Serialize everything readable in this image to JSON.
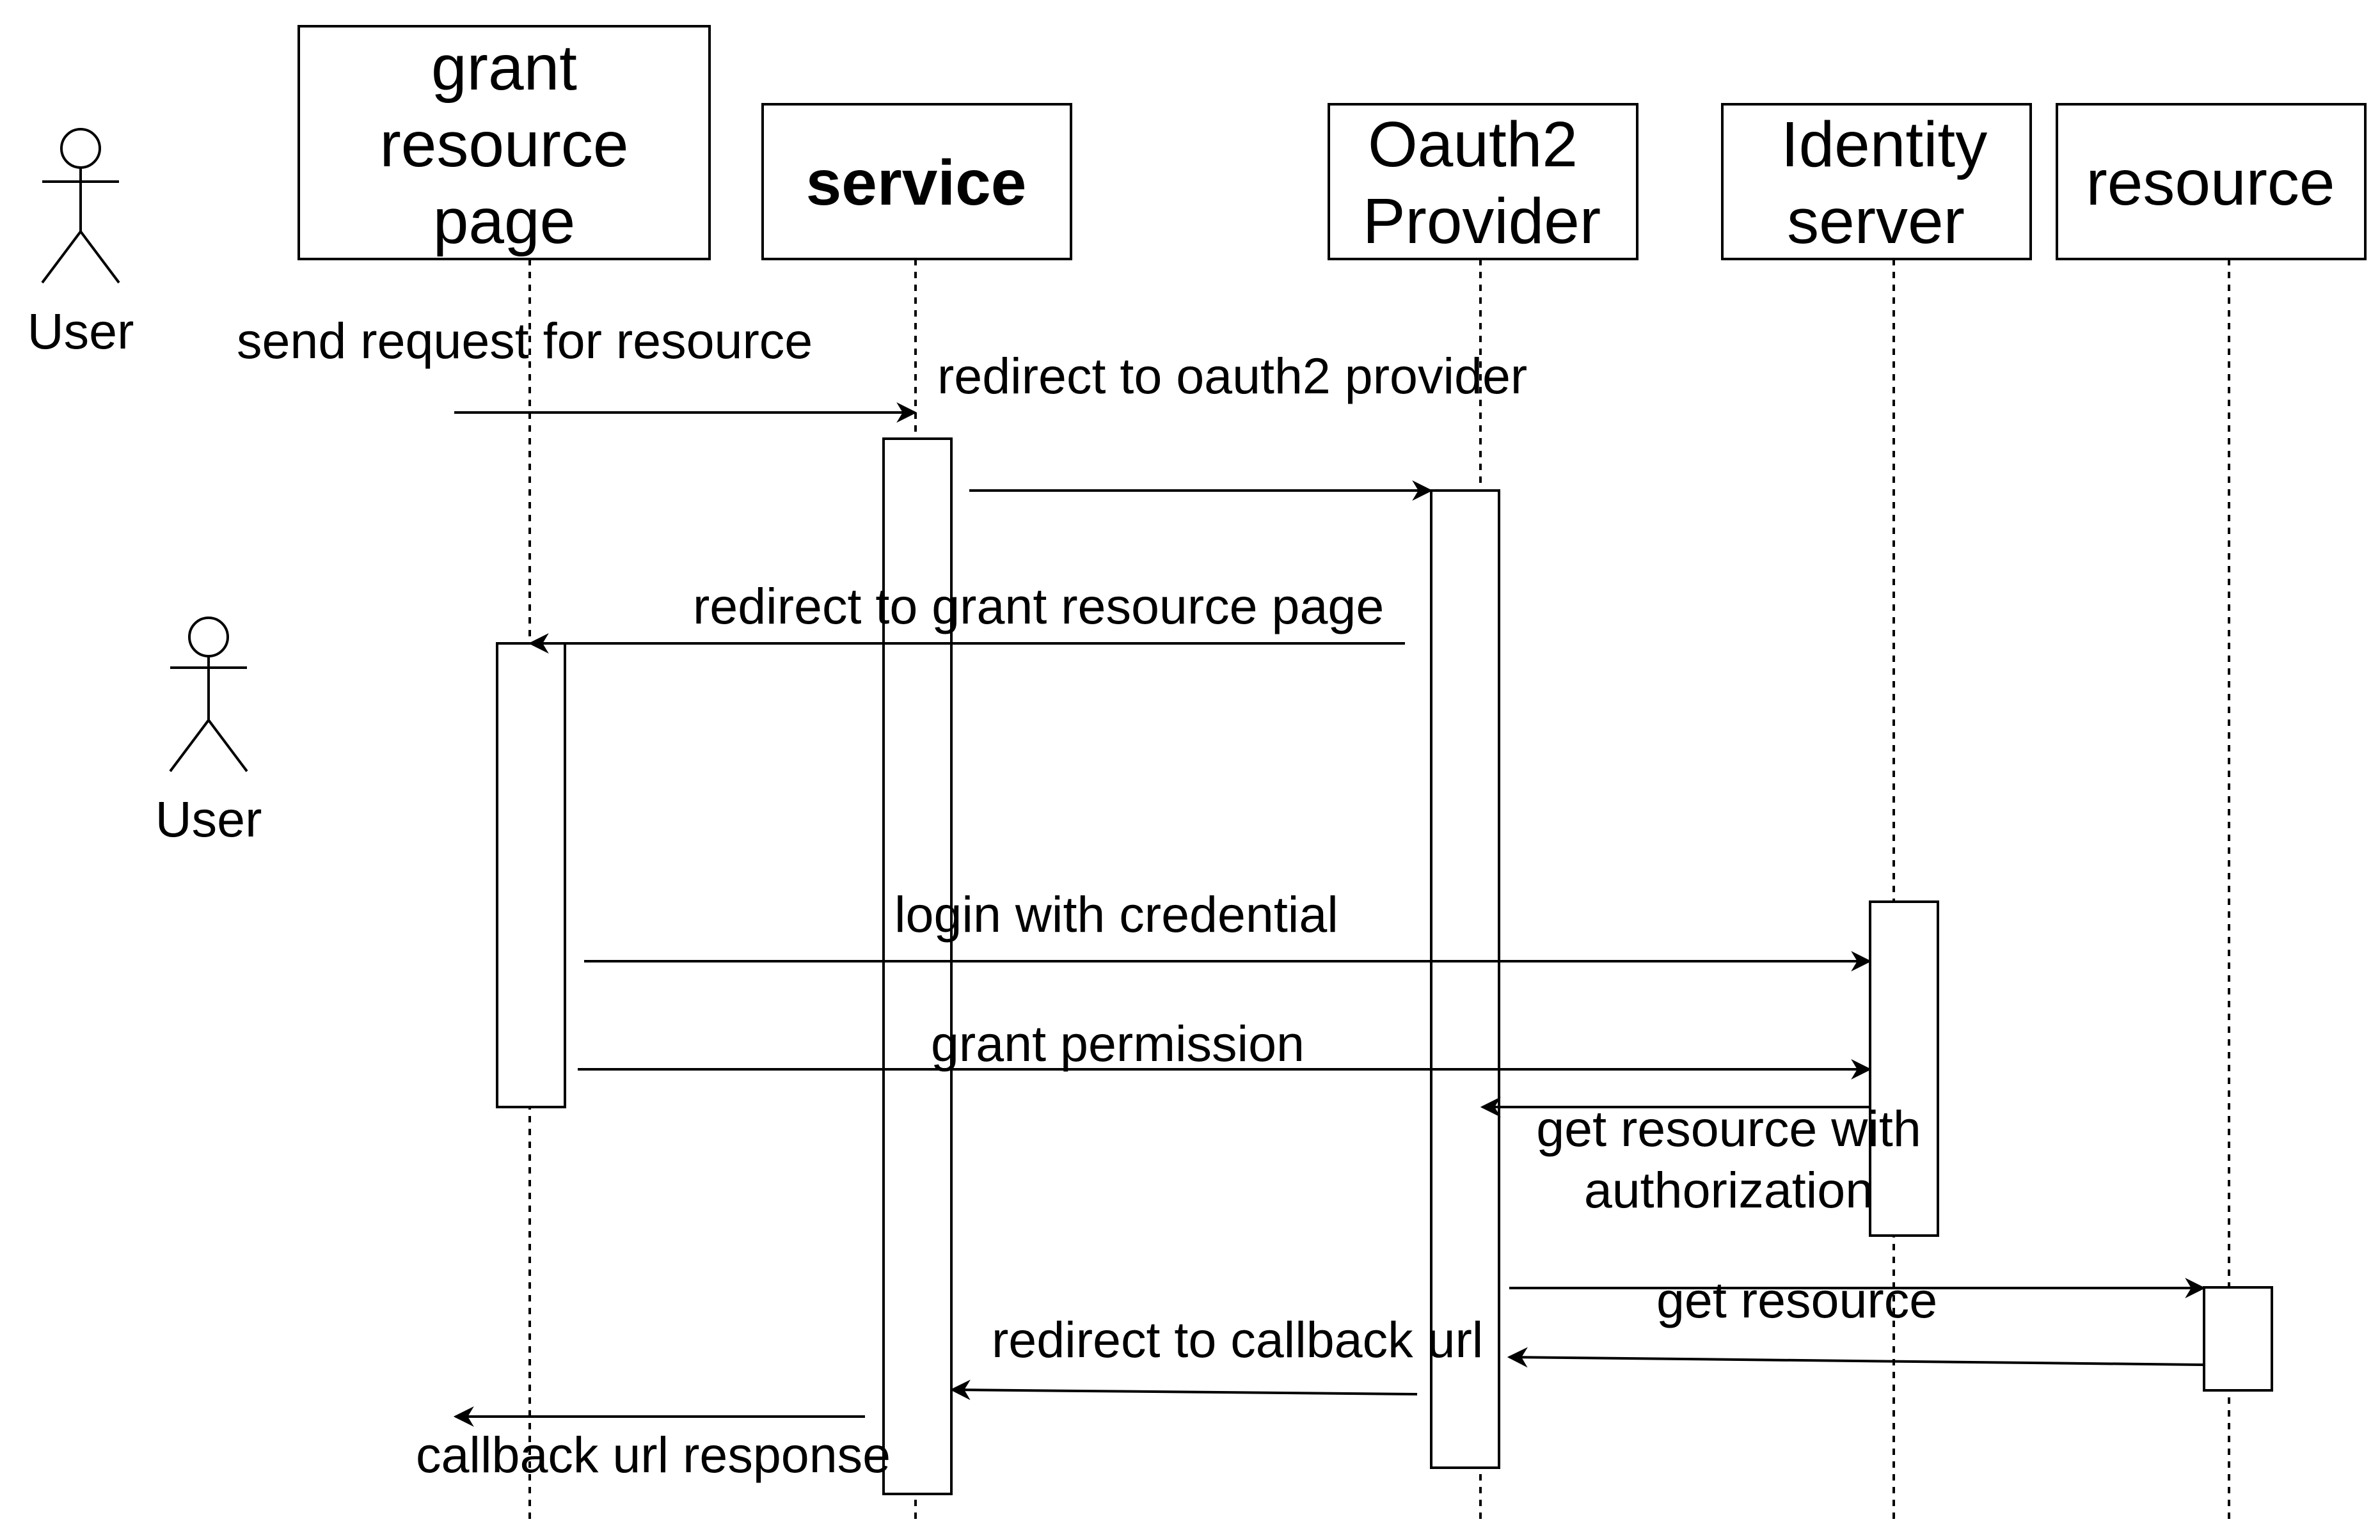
{
  "actors": [
    {
      "id": "user_1",
      "label": "User"
    },
    {
      "id": "user_2",
      "label": "User"
    }
  ],
  "participants": [
    {
      "id": "grant_page",
      "lines": [
        "grant",
        "resource",
        "page"
      ]
    },
    {
      "id": "service",
      "lines": [
        "service"
      ],
      "bold": true
    },
    {
      "id": "oauth2",
      "lines": [
        "Oauth2",
        "Provider"
      ]
    },
    {
      "id": "identity",
      "lines": [
        "Identity",
        "server"
      ]
    },
    {
      "id": "resource",
      "lines": [
        "resource"
      ]
    }
  ],
  "messages": [
    {
      "id": "m1",
      "from": "user",
      "to": "service",
      "label": "send request for resource"
    },
    {
      "id": "m2",
      "from": "service",
      "to": "oauth2",
      "label": "redirect to oauth2 provider"
    },
    {
      "id": "m3",
      "from": "oauth2",
      "to": "grant_page",
      "label": "redirect to grant resource page"
    },
    {
      "id": "m4",
      "from": "grant_page",
      "to": "identity",
      "label": "login with credential"
    },
    {
      "id": "m5",
      "from": "grant_page",
      "to": "identity",
      "label": "grant permission"
    },
    {
      "id": "m6",
      "from": "identity",
      "to": "oauth2",
      "label_lines": [
        "get resource with",
        "authorization"
      ]
    },
    {
      "id": "m7",
      "from": "oauth2",
      "to": "resource",
      "label": "get resource"
    },
    {
      "id": "m8",
      "from": "resource",
      "to": "oauth2",
      "label": ""
    },
    {
      "id": "m9",
      "from": "oauth2",
      "to": "service",
      "label": "redirect to callback url"
    },
    {
      "id": "m10",
      "from": "service",
      "to": "user",
      "label": "callback url response"
    }
  ]
}
